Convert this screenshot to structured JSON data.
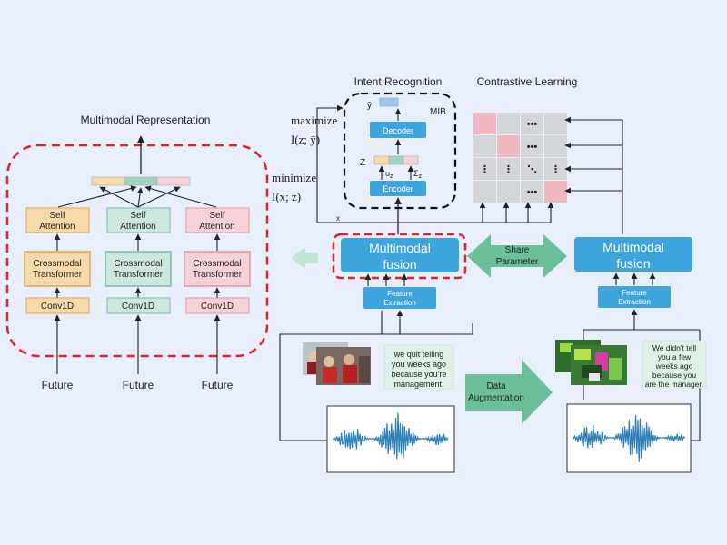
{
  "titles": {
    "multimodal_representation": "Multimodal Representation",
    "intent_recognition": "Intent Recognition",
    "contrastive_learning": "Contrastive Learning"
  },
  "left_columns": [
    {
      "attention": [
        "Self",
        "Attention"
      ],
      "transformer": [
        "Crossmodal",
        "Transformer"
      ],
      "conv": "Conv1D",
      "input": "Future",
      "color": "#f8d9a8",
      "stroke": "#d9a760"
    },
    {
      "attention": [
        "Self",
        "Attention"
      ],
      "transformer": [
        "Crossmodal",
        "Transformer"
      ],
      "conv": "Conv1D",
      "input": "Future",
      "color": "#cde7de",
      "stroke": "#7fb8a6"
    },
    {
      "attention": [
        "Self",
        "Attention"
      ],
      "transformer": [
        "Crossmodal",
        "Transformer"
      ],
      "conv": "Conv1D",
      "input": "Future",
      "color": "#f6d2d8",
      "stroke": "#d99aa5"
    }
  ],
  "math": {
    "maximize": "maximize",
    "maximize_expr": "I(z; ȳ)",
    "minimize": "minimize",
    "minimize_expr": "I(x; z)",
    "x_label": "x",
    "z_label": "Z",
    "y_label": "ȳ",
    "mib": "MIB",
    "mu": "u",
    "mu_sub": "z",
    "sigma": "Σ",
    "sigma_sub": "z"
  },
  "intent_box": {
    "decoder": "Decoder",
    "encoder": "Encoder"
  },
  "fusion": {
    "left": [
      "Multimodal",
      "fusion"
    ],
    "right": [
      "Multimodal",
      "fusion"
    ],
    "share": [
      "Share",
      "Parameter"
    ],
    "feature_left": [
      "Feature",
      "Extraction"
    ],
    "feature_right": [
      "Feature",
      "Extraction"
    ]
  },
  "captions": {
    "original": [
      "we quit telling",
      "you weeks ago",
      "because you're",
      "management."
    ],
    "augmented": [
      "We didn't tell",
      "you a few",
      "weeks ago",
      "because you",
      "are the manager."
    ]
  },
  "augmentation": [
    "Data",
    "Augmentation"
  ],
  "matrix": {
    "highlight": "#efb7c0",
    "cell": "#d4d5d8",
    "symbols": [
      [
        "",
        "",
        "•••",
        ""
      ],
      [
        "",
        "",
        "•••",
        ""
      ],
      [
        "⋮",
        "⋮",
        "⋱",
        "⋮"
      ],
      [
        "",
        "",
        "•••",
        ""
      ]
    ],
    "highlights": [
      [
        0,
        0
      ],
      [
        1,
        1
      ],
      [
        3,
        3
      ]
    ]
  },
  "colors": {
    "accent_blue": "#3ea4dc",
    "dashed_red": "#d8262c",
    "arrow_green": "#6cbf9b"
  }
}
